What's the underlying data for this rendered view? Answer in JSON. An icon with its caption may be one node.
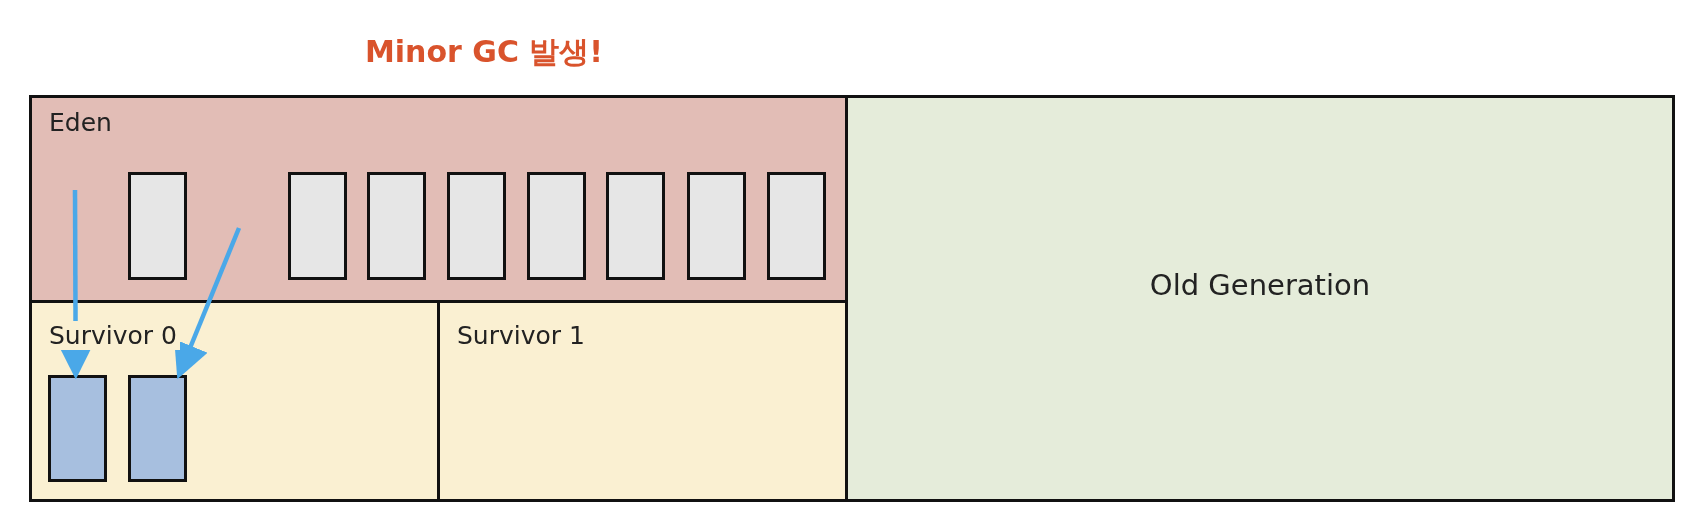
{
  "diagram": {
    "title": "Minor GC 발생!",
    "nodes": [
      {
        "text": [
          "Eden"
        ]
      },
      {
        "text": [],
        "shape": "box",
        "in": 0
      },
      {
        "text": [],
        "shape": "box",
        "in": 0
      },
      {
        "text": [],
        "shape": "box",
        "in": 0
      },
      {
        "text": [],
        "shape": "box",
        "in": 0
      },
      {
        "text": [],
        "shape": "box",
        "in": 0
      },
      {
        "text": [],
        "shape": "box",
        "in": 0
      },
      {
        "text": [],
        "shape": "box",
        "in": 0
      },
      {
        "text": [],
        "shape": "box",
        "in": 0
      },
      {
        "text": [
          "Survivor 0"
        ]
      },
      {
        "text": [],
        "shape": "box",
        "in": 9
      },
      {
        "text": [],
        "shape": "box",
        "in": 9
      },
      {
        "text": [
          "Survivor 1"
        ]
      },
      {
        "text": [
          "Old Generation"
        ]
      }
    ],
    "edges": [
      {
        "from": null,
        "to": 10,
        "arrow": "to"
      },
      {
        "from": null,
        "to": 11,
        "arrow": "to"
      }
    ]
  }
}
